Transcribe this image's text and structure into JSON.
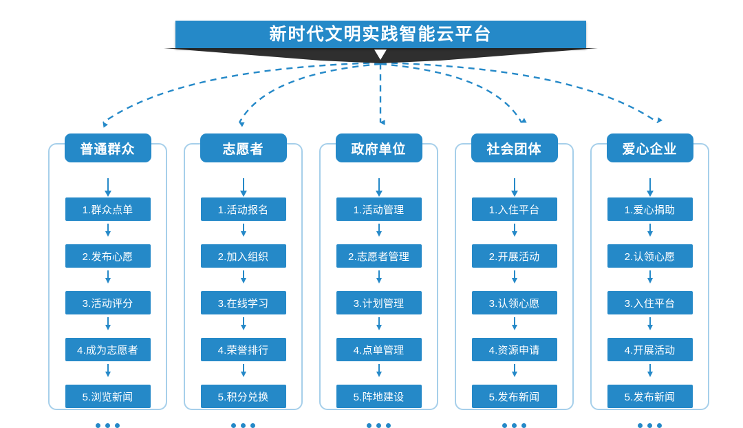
{
  "header": {
    "title": "新时代文明实践智能云平台",
    "banner_color": "#2589C8",
    "ribbon_color": "#2F2F2F",
    "arrow_icon": "down-triangle-icon"
  },
  "theme": {
    "accent": "#2589C8",
    "container_border": "#A6CFEA",
    "text_on_accent": "#FFFFFF",
    "background": "#FFFFFF"
  },
  "ellipsis_label": "...",
  "columns": [
    {
      "id": "public",
      "title": "普通群众",
      "items": [
        "1.群众点单",
        "2.发布心愿",
        "3.活动评分",
        "4.成为志愿者",
        "5.浏览新闻"
      ]
    },
    {
      "id": "volunteer",
      "title": "志愿者",
      "items": [
        "1.活动报名",
        "2.加入组织",
        "3.在线学习",
        "4.荣誉排行",
        "5.积分兑换"
      ]
    },
    {
      "id": "government",
      "title": "政府单位",
      "items": [
        "1.活动管理",
        "2.志愿者管理",
        "3.计划管理",
        "4.点单管理",
        "5.阵地建设"
      ]
    },
    {
      "id": "social-group",
      "title": "社会团体",
      "items": [
        "1.入住平台",
        "2.开展活动",
        "3.认领心愿",
        "4.资源申请",
        "5.发布新闻"
      ]
    },
    {
      "id": "enterprise",
      "title": "爱心企业",
      "items": [
        "1.爱心捐助",
        "2.认领心愿",
        "3.入住平台",
        "4.开展活动",
        "5.发布新闻"
      ]
    }
  ]
}
